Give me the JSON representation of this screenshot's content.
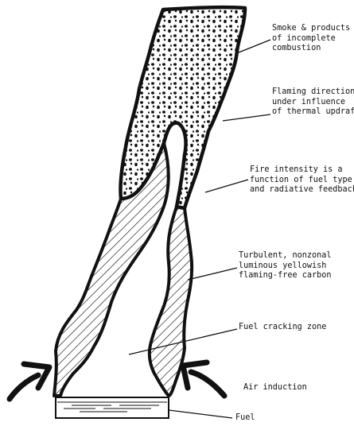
{
  "labels": {
    "smoke": [
      "Smoke & products",
      "of incomplete",
      "combustion"
    ],
    "flaming_direction": [
      "Flaming direction",
      "under influence",
      "of thermal updraft"
    ],
    "fire_intensity": [
      "Fire intensity is a",
      "function of fuel type",
      "and radiative feedback"
    ],
    "turbulent": [
      "Turbulent, nonzonal",
      "luminous yellowish",
      "flaming-free carbon"
    ],
    "cracking": [
      "Fuel cracking zone"
    ],
    "air": [
      "Air induction"
    ],
    "fuel": [
      "Fuel"
    ]
  }
}
